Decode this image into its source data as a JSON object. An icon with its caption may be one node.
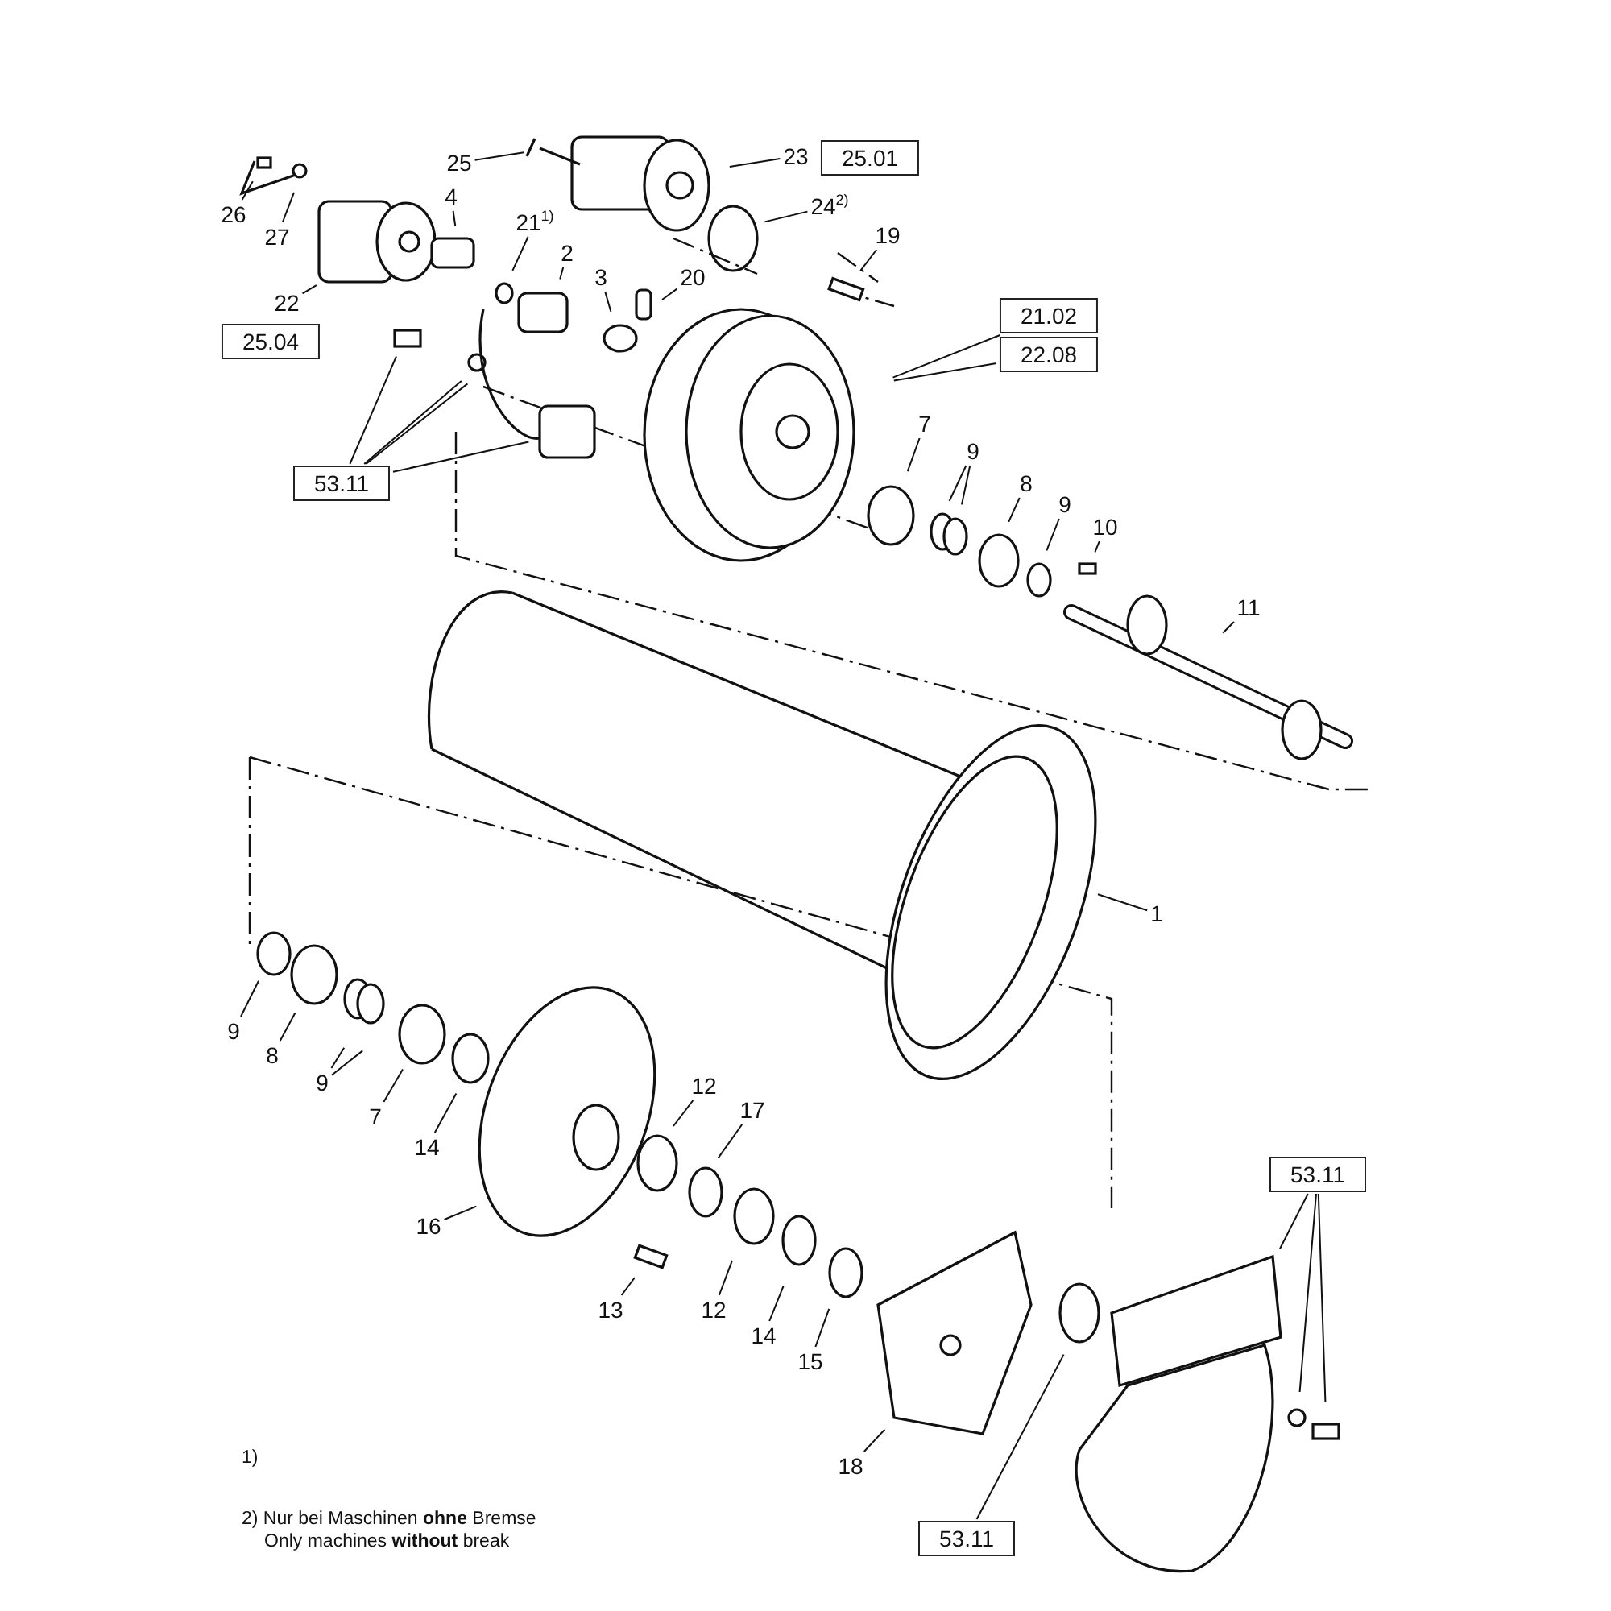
{
  "diagram": {
    "nodes": [
      {
        "text": [
          "26"
        ]
      },
      {
        "text": [
          "27"
        ]
      },
      {
        "text": [
          "22"
        ]
      },
      {
        "text": [
          "25.04"
        ]
      },
      {
        "text": [
          "25"
        ]
      },
      {
        "text": [
          "4"
        ]
      },
      {
        "text": [
          "21$^{1)}$"
        ]
      },
      {
        "text": [
          "2"
        ]
      },
      {
        "text": [
          "23"
        ]
      },
      {
        "text": [
          "25.01"
        ]
      },
      {
        "text": [
          "24$^{2)}$"
        ]
      },
      {
        "text": [
          "19"
        ]
      },
      {
        "text": [
          "3"
        ]
      },
      {
        "text": [
          "20"
        ]
      },
      {
        "text": [
          "21.02"
        ]
      },
      {
        "text": [
          "22.08"
        ]
      },
      {
        "text": [
          "53.11"
        ]
      },
      {
        "text": [
          "7"
        ]
      },
      {
        "text": [
          "9"
        ]
      },
      {
        "text": [
          "8"
        ]
      },
      {
        "text": [
          "9"
        ]
      },
      {
        "text": [
          "10"
        ]
      },
      {
        "text": [
          "11"
        ]
      },
      {
        "text": [
          "1"
        ]
      },
      {
        "text": [
          "53.11"
        ]
      },
      {
        "text": [
          "9"
        ]
      },
      {
        "text": [
          "8"
        ]
      },
      {
        "text": [
          "9"
        ]
      },
      {
        "text": [
          "7"
        ]
      },
      {
        "text": [
          "14"
        ]
      },
      {
        "text": [
          "12"
        ]
      },
      {
        "text": [
          "17"
        ]
      },
      {
        "text": [
          "16"
        ]
      },
      {
        "text": [
          "13"
        ]
      },
      {
        "text": [
          "12"
        ]
      },
      {
        "text": [
          "14"
        ]
      },
      {
        "text": [
          "15"
        ]
      },
      {
        "text": [
          "18"
        ]
      },
      {
        "text": [
          "53.11"
        ]
      }
    ],
    "edges": [
      {
        "from": 0,
        "to": null,
        "arrow": "none"
      },
      {
        "from": 1,
        "to": null,
        "arrow": "none"
      },
      {
        "from": 2,
        "to": null,
        "arrow": "none"
      },
      {
        "from": 4,
        "to": null,
        "arrow": "none"
      },
      {
        "from": 5,
        "to": null,
        "arrow": "none"
      },
      {
        "from": 6,
        "to": null,
        "arrow": "none"
      },
      {
        "from": 7,
        "to": null,
        "arrow": "none"
      },
      {
        "from": 8,
        "to": null,
        "arrow": "none"
      },
      {
        "from": 10,
        "to": null,
        "arrow": "none"
      },
      {
        "from": 11,
        "to": null,
        "arrow": "none"
      },
      {
        "from": 12,
        "to": null,
        "arrow": "none"
      },
      {
        "from": 13,
        "to": null,
        "arrow": "none"
      },
      {
        "from": 14,
        "to": null,
        "arrow": "none"
      },
      {
        "from": 15,
        "to": null,
        "arrow": "none"
      },
      {
        "from": 16,
        "to": null,
        "arrow": "none"
      },
      {
        "from": 16,
        "to": null,
        "arrow": "none"
      },
      {
        "from": 16,
        "to": null,
        "arrow": "none"
      },
      {
        "from": 16,
        "to": null,
        "arrow": "none"
      },
      {
        "from": 17,
        "to": null,
        "arrow": "none"
      },
      {
        "from": 18,
        "to": null,
        "arrow": "none"
      },
      {
        "from": 18,
        "to": null,
        "arrow": "none"
      },
      {
        "from": 19,
        "to": null,
        "arrow": "none"
      },
      {
        "from": 20,
        "to": null,
        "arrow": "none"
      },
      {
        "from": 21,
        "to": null,
        "arrow": "none"
      },
      {
        "from": 22,
        "to": null,
        "arrow": "none"
      },
      {
        "from": 23,
        "to": null,
        "arrow": "none"
      },
      {
        "from": 24,
        "to": null,
        "arrow": "none"
      },
      {
        "from": 24,
        "to": null,
        "arrow": "none"
      },
      {
        "from": 24,
        "to": null,
        "arrow": "none"
      },
      {
        "from": 25,
        "to": null,
        "arrow": "none"
      },
      {
        "from": 26,
        "to": null,
        "arrow": "none"
      },
      {
        "from": 27,
        "to": null,
        "arrow": "none"
      },
      {
        "from": 27,
        "to": null,
        "arrow": "none"
      },
      {
        "from": 28,
        "to": null,
        "arrow": "none"
      },
      {
        "from": 29,
        "to": null,
        "arrow": "none"
      },
      {
        "from": 30,
        "to": null,
        "arrow": "none"
      },
      {
        "from": 31,
        "to": null,
        "arrow": "none"
      },
      {
        "from": 32,
        "to": null,
        "arrow": "none"
      },
      {
        "from": 33,
        "to": null,
        "arrow": "none"
      },
      {
        "from": 34,
        "to": null,
        "arrow": "none"
      },
      {
        "from": 35,
        "to": null,
        "arrow": "none"
      },
      {
        "from": 36,
        "to": null,
        "arrow": "none"
      },
      {
        "from": 37,
        "to": null,
        "arrow": "none"
      },
      {
        "from": 38,
        "to": null,
        "arrow": "none"
      }
    ],
    "labels": [
      "1)",
      "2) Nur bei Maschinen **ohne** Bremse",
      "Only machines **without** break"
    ]
  }
}
